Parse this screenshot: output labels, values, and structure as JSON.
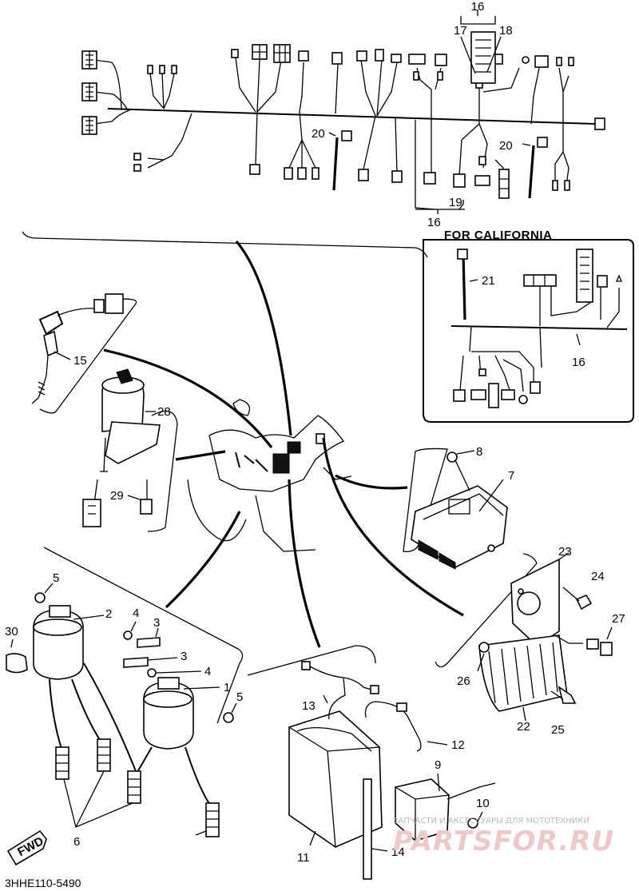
{
  "diagram": {
    "region_label": "FOR CALIFORNIA",
    "figure_code": "3HHE110-5490",
    "forward_mark": "FWD",
    "callouts": {
      "c1": "1",
      "c2": "2",
      "c3a": "3",
      "c3b": "3",
      "c4a": "4",
      "c4b": "4",
      "c5a": "5",
      "c5b": "5",
      "c6": "6",
      "c7": "7",
      "c8": "8",
      "c9": "9",
      "c10": "10",
      "c11": "11",
      "c12": "12",
      "c13": "13",
      "c14": "14",
      "c15": "15",
      "c16a": "16",
      "c16b": "16",
      "c16c": "16",
      "c17": "17",
      "c18": "18",
      "c19": "19",
      "c20a": "20",
      "c20b": "20",
      "c21": "21",
      "c22": "22",
      "c23": "23",
      "c24": "24",
      "c25": "25",
      "c26": "26",
      "c27": "27",
      "c28": "28",
      "c29": "29",
      "c30": "30"
    }
  },
  "watermark": {
    "line1": "ЗАПЧАСТИ И АКСЕССУАРЫ ДЛЯ МОТОТЕХНИКИ",
    "line2": "PARTSFOR.RU"
  }
}
